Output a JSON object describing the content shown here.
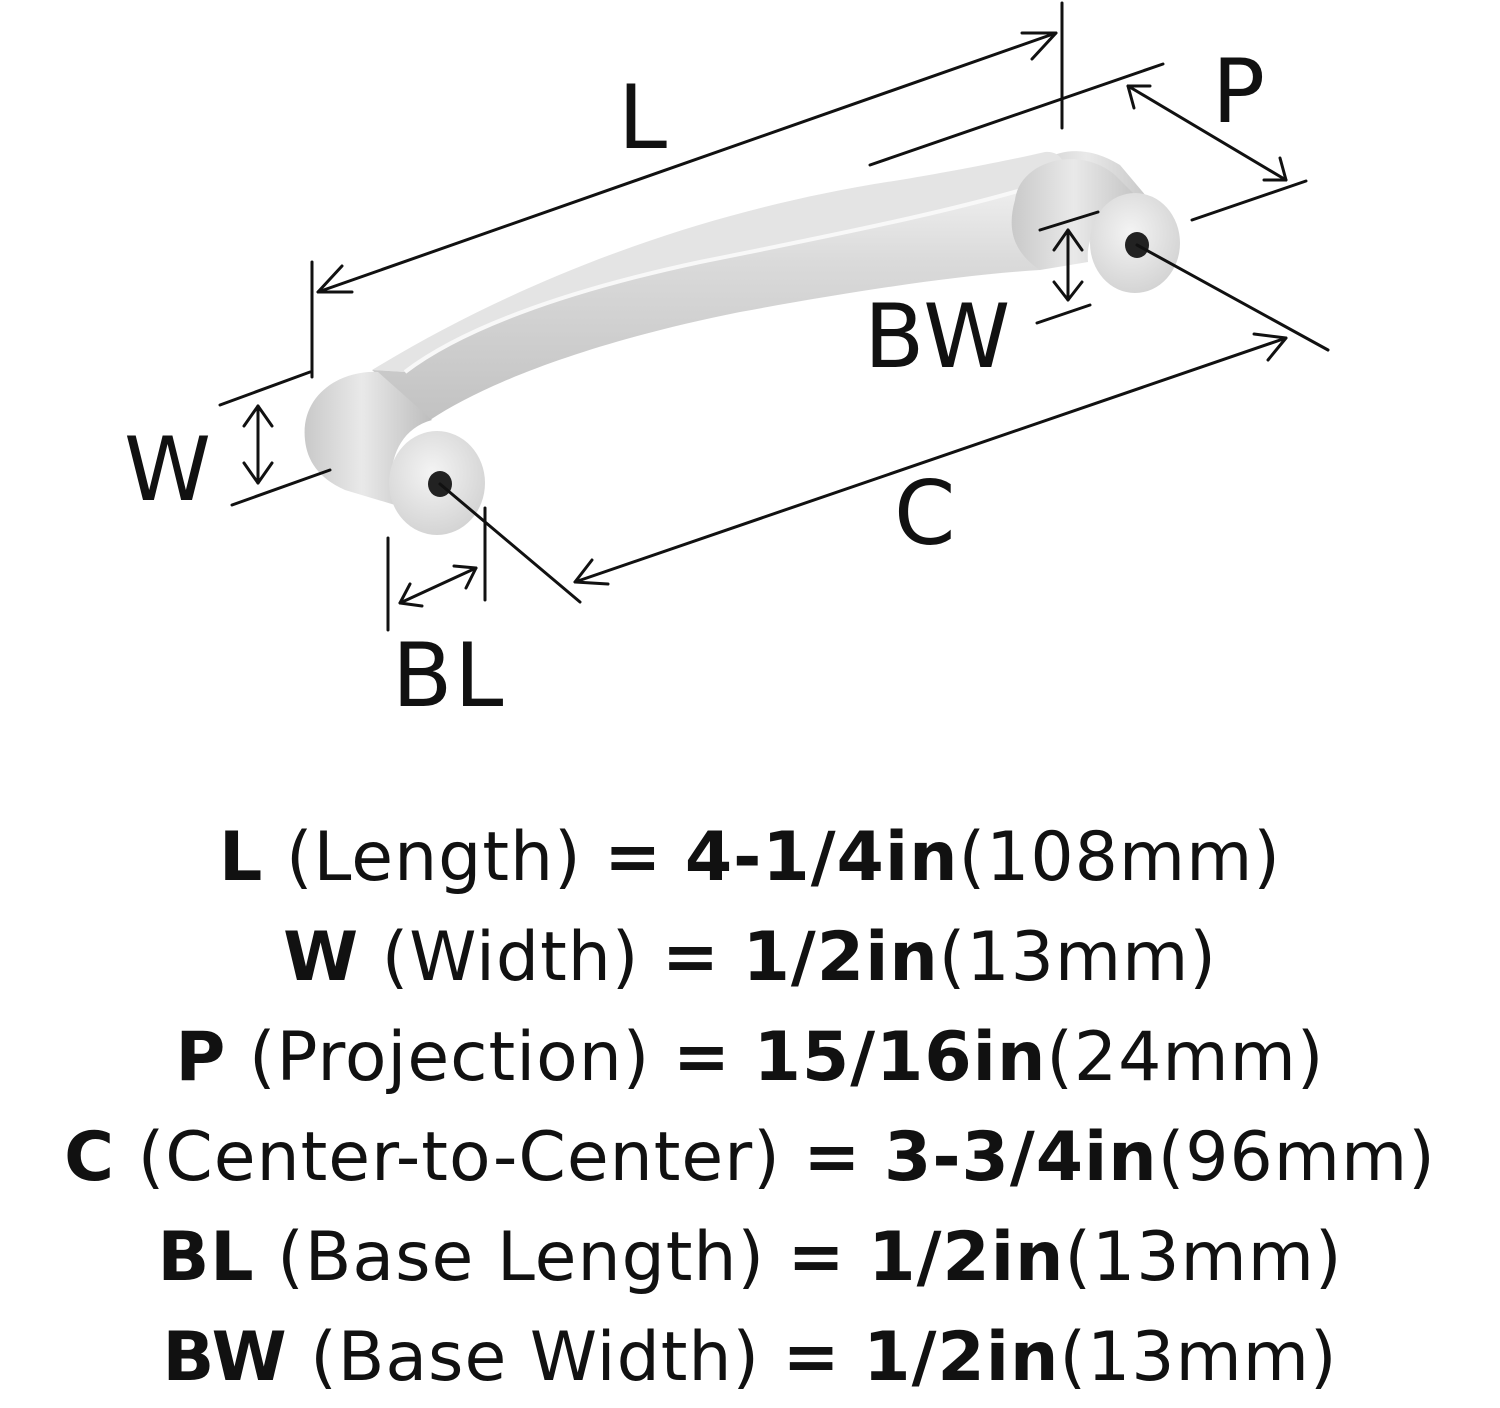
{
  "diagram": {
    "labels": {
      "L": "L",
      "P": "P",
      "BW": "BW",
      "W": "W",
      "C": "C",
      "BL": "BL"
    }
  },
  "colors": {
    "metal_light": "#e6e6e6",
    "metal_mid": "#cfcfcf",
    "metal_dark": "#a9a9a9",
    "ink": "#111111"
  },
  "specs": [
    {
      "symbol": "L",
      "name": "(Length)",
      "eq": "=",
      "imperial": "4-1/4in",
      "metric": "(108mm)"
    },
    {
      "symbol": "W",
      "name": "(Width)",
      "eq": "=",
      "imperial": "1/2in",
      "metric": "(13mm)"
    },
    {
      "symbol": "P",
      "name": "(Projection)",
      "eq": "=",
      "imperial": "15/16in",
      "metric": "(24mm)"
    },
    {
      "symbol": "C",
      "name": "(Center-to-Center)",
      "eq": "=",
      "imperial": "3-3/4in",
      "metric": "(96mm)"
    },
    {
      "symbol": "BL",
      "name": "(Base Length)",
      "eq": "=",
      "imperial": "1/2in",
      "metric": "(13mm)"
    },
    {
      "symbol": "BW",
      "name": "(Base Width)",
      "eq": "=",
      "imperial": "1/2in",
      "metric": "(13mm)"
    }
  ]
}
